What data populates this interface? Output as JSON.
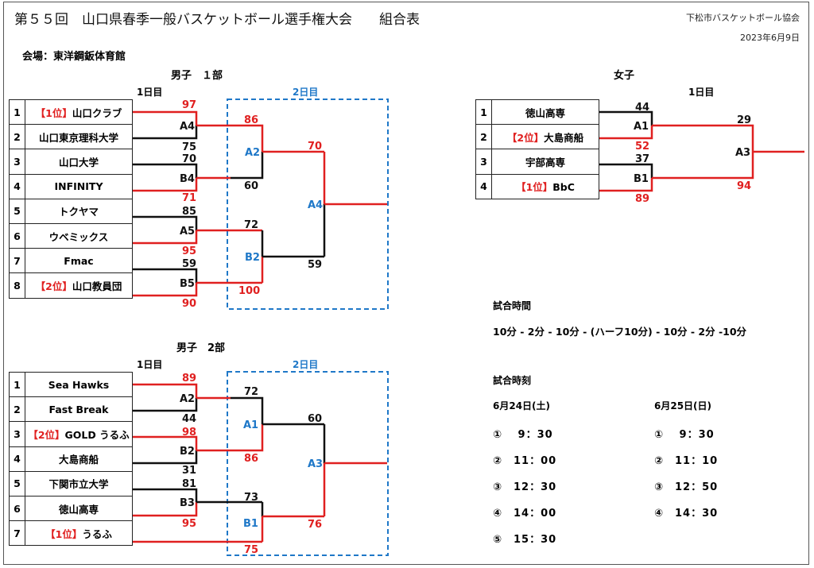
{
  "header": {
    "title": "第５５回　山口県春季一般バスケットボール選手権大会　　組合表",
    "organizer": "下松市バスケットボール協会",
    "date": "2023年6月9日",
    "venue": "会場：東洋鋼鈑体育館"
  },
  "men1": {
    "title": "男子　１部",
    "day1": "1日目",
    "day2": "2日目",
    "teams": [
      {
        "num": "1",
        "rank": "【1位】",
        "name": "山口クラブ"
      },
      {
        "num": "2",
        "rank": "",
        "name": "山口東京理科大学"
      },
      {
        "num": "3",
        "rank": "",
        "name": "山口大学"
      },
      {
        "num": "4",
        "rank": "",
        "name": "INFINITY"
      },
      {
        "num": "5",
        "rank": "",
        "name": "トクヤマ"
      },
      {
        "num": "6",
        "rank": "",
        "name": "ウベミックス"
      },
      {
        "num": "7",
        "rank": "",
        "name": "Fmac"
      },
      {
        "num": "8",
        "rank": "【2位】",
        "name": "山口教員団"
      }
    ],
    "games": {
      "a4": "A4",
      "b4": "B4",
      "a5": "A5",
      "b5": "B5",
      "a2": "A2",
      "b2": "B2",
      "final": "A4"
    },
    "scores": [
      "97",
      "75",
      "70",
      "71",
      "85",
      "95",
      "59",
      "90",
      "86",
      "60",
      "72",
      "100",
      "70",
      "59"
    ]
  },
  "men2": {
    "title": "男子　2部",
    "day1": "1日目",
    "day2": "2日目",
    "teams": [
      {
        "num": "1",
        "rank": "",
        "name": "Sea Hawks"
      },
      {
        "num": "2",
        "rank": "",
        "name": "Fast Break"
      },
      {
        "num": "3",
        "rank": "【2位】",
        "name": "GOLD うるふ"
      },
      {
        "num": "4",
        "rank": "",
        "name": "大島商船"
      },
      {
        "num": "5",
        "rank": "",
        "name": "下関市立大学"
      },
      {
        "num": "6",
        "rank": "",
        "name": "徳山高専"
      },
      {
        "num": "7",
        "rank": "【1位】",
        "name": "うるふ"
      }
    ],
    "games": {
      "a2": "A2",
      "b2": "B2",
      "b3": "B3",
      "a1": "A1",
      "b1": "B1",
      "final": "A3"
    },
    "scores": [
      "89",
      "44",
      "98",
      "31",
      "81",
      "95",
      "72",
      "86",
      "73",
      "75",
      "60",
      "76"
    ]
  },
  "women": {
    "title": "女子",
    "day1": "1日目",
    "teams": [
      {
        "num": "1",
        "rank": "",
        "name": "徳山高専"
      },
      {
        "num": "2",
        "rank": "【2位】",
        "name": "大島商船"
      },
      {
        "num": "3",
        "rank": "",
        "name": "宇部高専"
      },
      {
        "num": "4",
        "rank": "【1位】",
        "name": "BbC"
      }
    ],
    "games": {
      "a1": "A1",
      "b1": "B1",
      "final": "A3"
    },
    "scores": [
      "44",
      "52",
      "37",
      "89",
      "29",
      "94"
    ]
  },
  "schedule": {
    "time_title": "試合時間",
    "time_format": "10分 - 2分 - 10分 - (ハーフ10分) - 10分 - 2分 -10分",
    "slots_title": "試合時刻",
    "day1": {
      "label": "6月24日(土)",
      "slots": [
        "①　 9：30",
        "②　11：00",
        "③　12：30",
        "④　14：00",
        "⑤　15：30"
      ]
    },
    "day2": {
      "label": "6月25日(日)",
      "slots": [
        "①　 9：30",
        "②　11：10",
        "③　12：50",
        "④　14：30"
      ]
    }
  },
  "colors": {
    "win": "#e02020",
    "loss": "#111111",
    "blue": "#1f78c8"
  }
}
